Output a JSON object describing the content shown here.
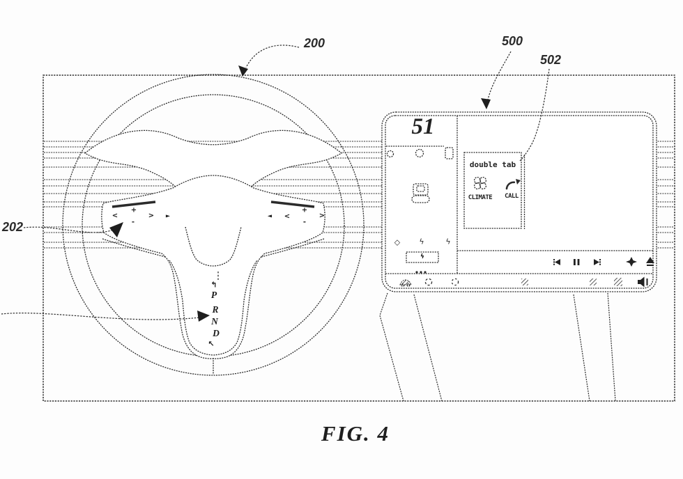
{
  "figure": {
    "caption": "FIG. 4"
  },
  "callouts": {
    "wheel_assembly": "200",
    "wheel_buttons": "202",
    "display": "500",
    "popup": "502"
  },
  "wheel": {
    "left_cluster": {
      "up": "+",
      "down": "-",
      "left": "<",
      "right": ">",
      "media": "►"
    },
    "right_cluster": {
      "up": "+",
      "down": "-",
      "left": "<",
      "right": ">",
      "media": "◄"
    },
    "gear_selector": {
      "top_icon": "↰",
      "park": "P",
      "reverse": "R",
      "neutral": "N",
      "drive": "D",
      "bottom_icon": "↖"
    }
  },
  "display": {
    "speed": "51",
    "energy": {
      "diamond": "◇",
      "bolt_left": "ϟ",
      "bolt_right": "ϟ",
      "charge_bolt": "ϟ"
    },
    "popup": {
      "title": "double tab",
      "climate_label": "CLIMATE",
      "call_label": "CALL"
    }
  }
}
